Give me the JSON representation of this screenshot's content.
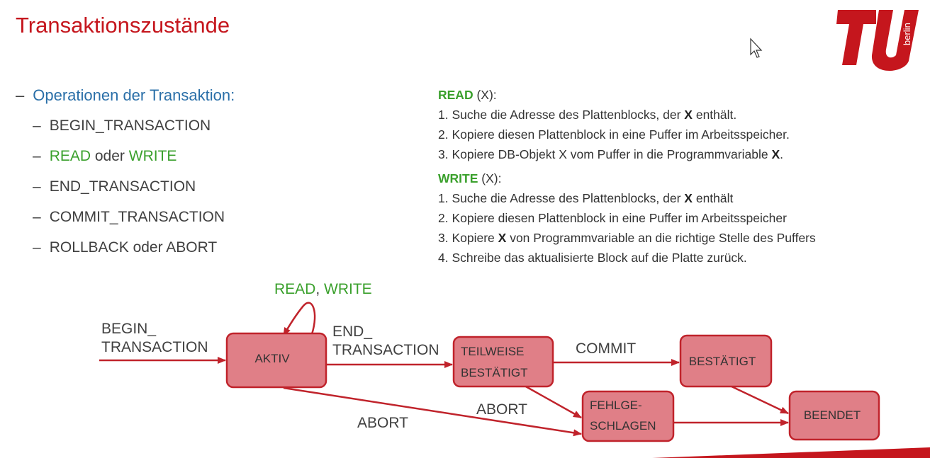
{
  "title": "Transaktionszustände",
  "logo_text": "berlin",
  "operations": {
    "heading": "Operationen der Transaktion:",
    "items": [
      {
        "label": "BEGIN_TRANSACTION"
      },
      {
        "label_a": "READ",
        "connector": " oder ",
        "label_b": "WRITE"
      },
      {
        "label": "END_TRANSACTION"
      },
      {
        "label": "COMMIT_TRANSACTION"
      },
      {
        "label": "ROLLBACK oder ABORT"
      }
    ]
  },
  "read_section": {
    "keyword": "READ",
    "arg": " (X):",
    "steps": [
      {
        "pre": "1. Suche die Adresse des Plattenblocks, der ",
        "bold": "X",
        "post": " enthält."
      },
      {
        "pre": "2. Kopiere diesen Plattenblock in eine Puffer im Arbeitsspeicher.",
        "bold": "",
        "post": ""
      },
      {
        "pre": "3. Kopiere DB-Objekt X vom Puffer in die Programmvariable ",
        "bold": "X",
        "post": "."
      }
    ]
  },
  "write_section": {
    "keyword": "WRITE",
    "arg": " (X):",
    "steps": [
      {
        "pre": "1. Suche die Adresse des Plattenblocks, der ",
        "bold": "X",
        "post": " enthält"
      },
      {
        "pre": "2. Kopiere diesen Plattenblock in eine Puffer im Arbeitsspeicher",
        "bold": "",
        "post": ""
      },
      {
        "pre": "3. Kopiere ",
        "bold": "X",
        "post": " von Programmvariable an die richtige Stelle des Puffers"
      },
      {
        "pre": "4. Schreibe das aktualisierte Block auf die Platte zurück.",
        "bold": "",
        "post": ""
      }
    ]
  },
  "diagram": {
    "nodes": {
      "aktiv": [
        "AKTIV"
      ],
      "teilweise": [
        "TEILWEISE",
        "BESTÄTIGT"
      ],
      "bestaetigt": [
        "BESTÄTIGT"
      ],
      "fehlgeschlagen": [
        "FEHLGE-",
        "SCHLAGEN"
      ],
      "beendet": [
        "BEENDET"
      ]
    },
    "edges": {
      "begin": [
        "BEGIN_",
        "TRANSACTION"
      ],
      "end": [
        "END_",
        "TRANSACTION"
      ],
      "commit": "COMMIT",
      "abort1": "ABORT",
      "abort2": "ABORT",
      "loop_read": "READ",
      "loop_sep": ", ",
      "loop_write": "WRITE"
    },
    "colors": {
      "node_fill": "#e07f87",
      "node_stroke": "#c0232b",
      "arrow": "#c0232b"
    }
  }
}
